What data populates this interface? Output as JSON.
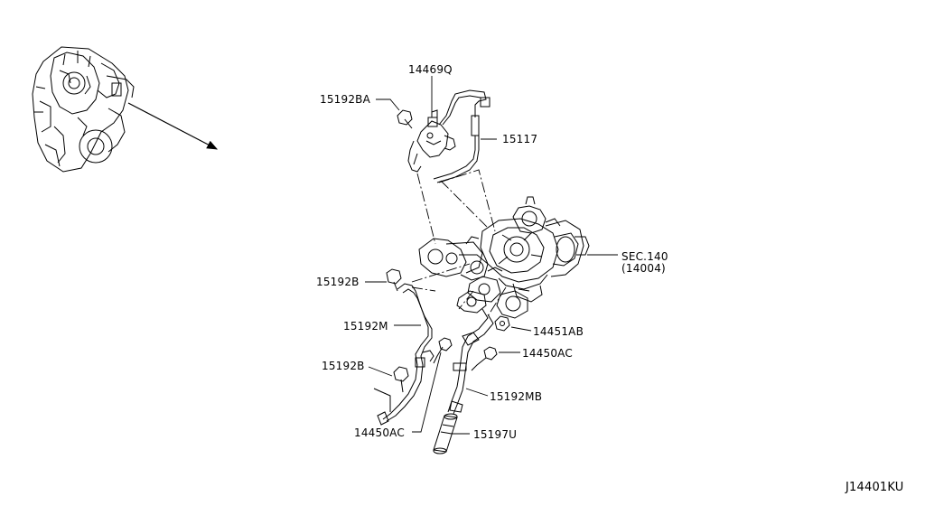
{
  "diagram": {
    "code": "J14401KU",
    "labels": {
      "p14469Q": "14469Q",
      "p15192BA": "15192BA",
      "p15117": "15117",
      "sec_line1": "SEC.140",
      "sec_line2": "(14004)",
      "p15192B_top": "15192B",
      "p15192M": "15192M",
      "p14451AB": "14451AB",
      "p14450AC_right": "14450AC",
      "p15192B_bottom": "15192B",
      "p15192MB": "15192MB",
      "p14450AC_left": "14450AC",
      "p15197U": "15197U"
    },
    "colors": {
      "ink": "#000000",
      "background": "#ffffff"
    }
  }
}
